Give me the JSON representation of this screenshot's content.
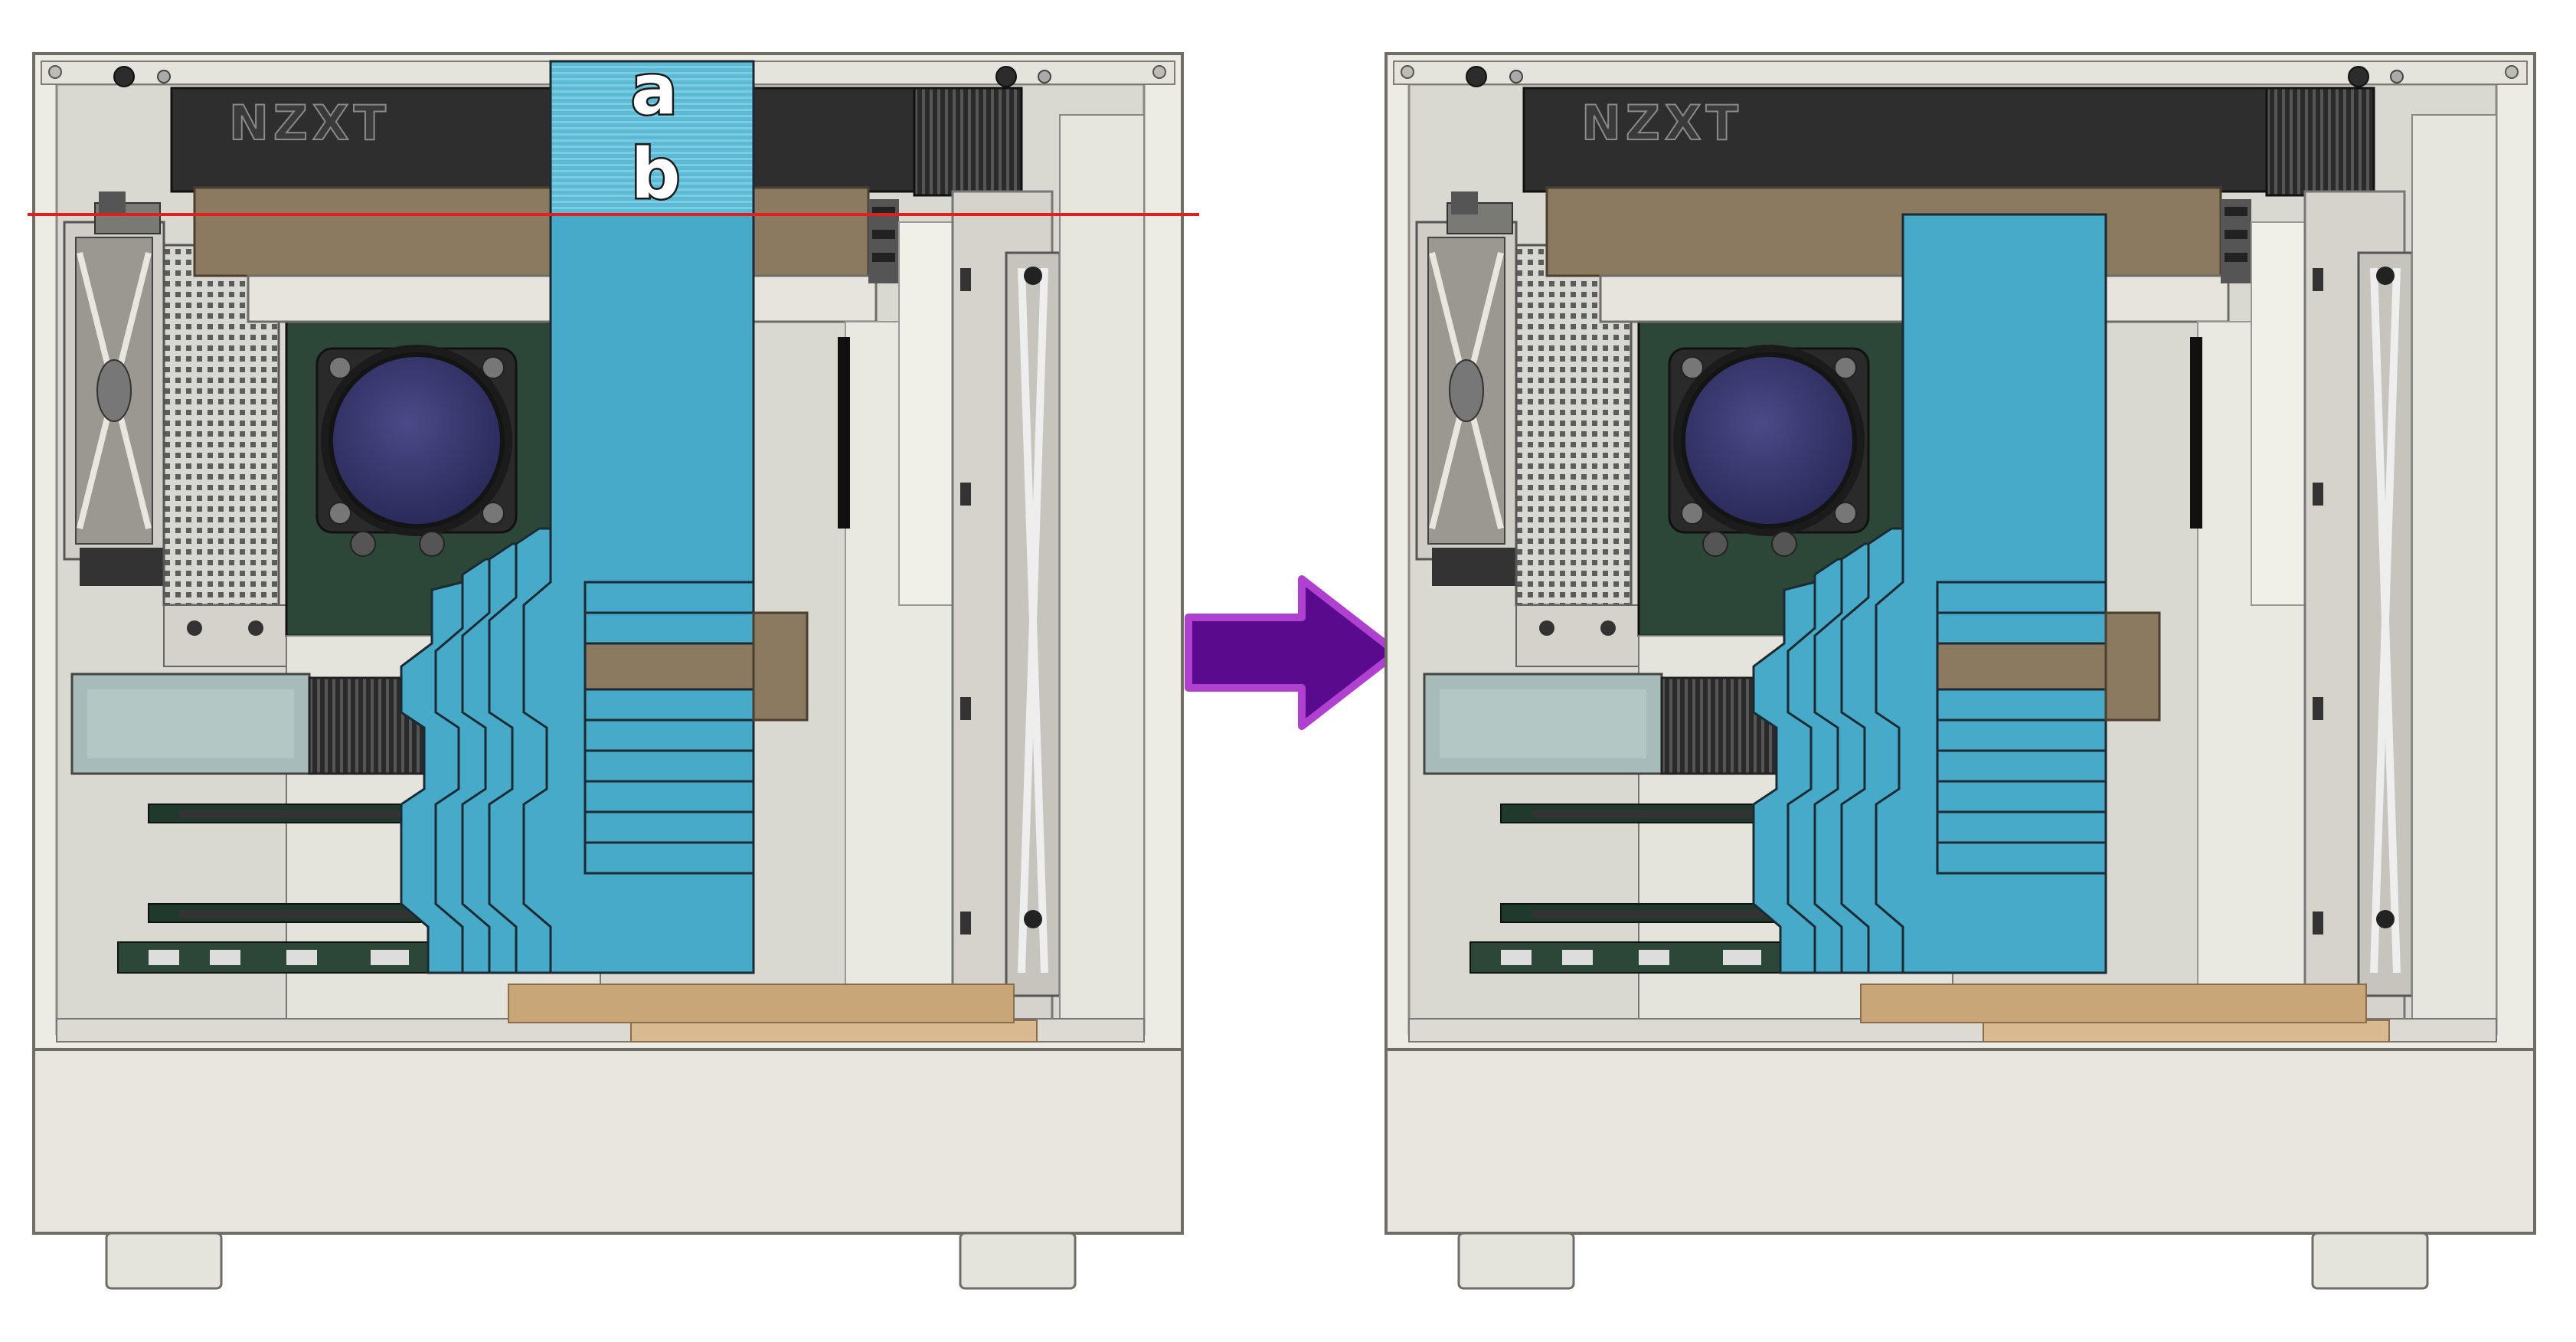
{
  "left_panel": {
    "brand_logo": "NZXT",
    "label_a": "a",
    "label_b": "b"
  },
  "right_panel": {
    "brand_logo": "NZXT"
  },
  "arrow": {
    "icon": "right-arrow-icon"
  },
  "colors": {
    "case_frame": "#e8e5dc",
    "case_outline": "#7a786f",
    "cable_blue": "#46aac8",
    "cable_outline": "#1c2a33",
    "psu_tan": "#8c7a60",
    "floor_orange": "#d9b98f",
    "cut_line_red": "#e02020",
    "arrow_purple": "#5a0a8c",
    "arrow_outline": "#b040d0",
    "motherboard_green": "#2f4a3c",
    "cooler_navy": "#36376a"
  }
}
